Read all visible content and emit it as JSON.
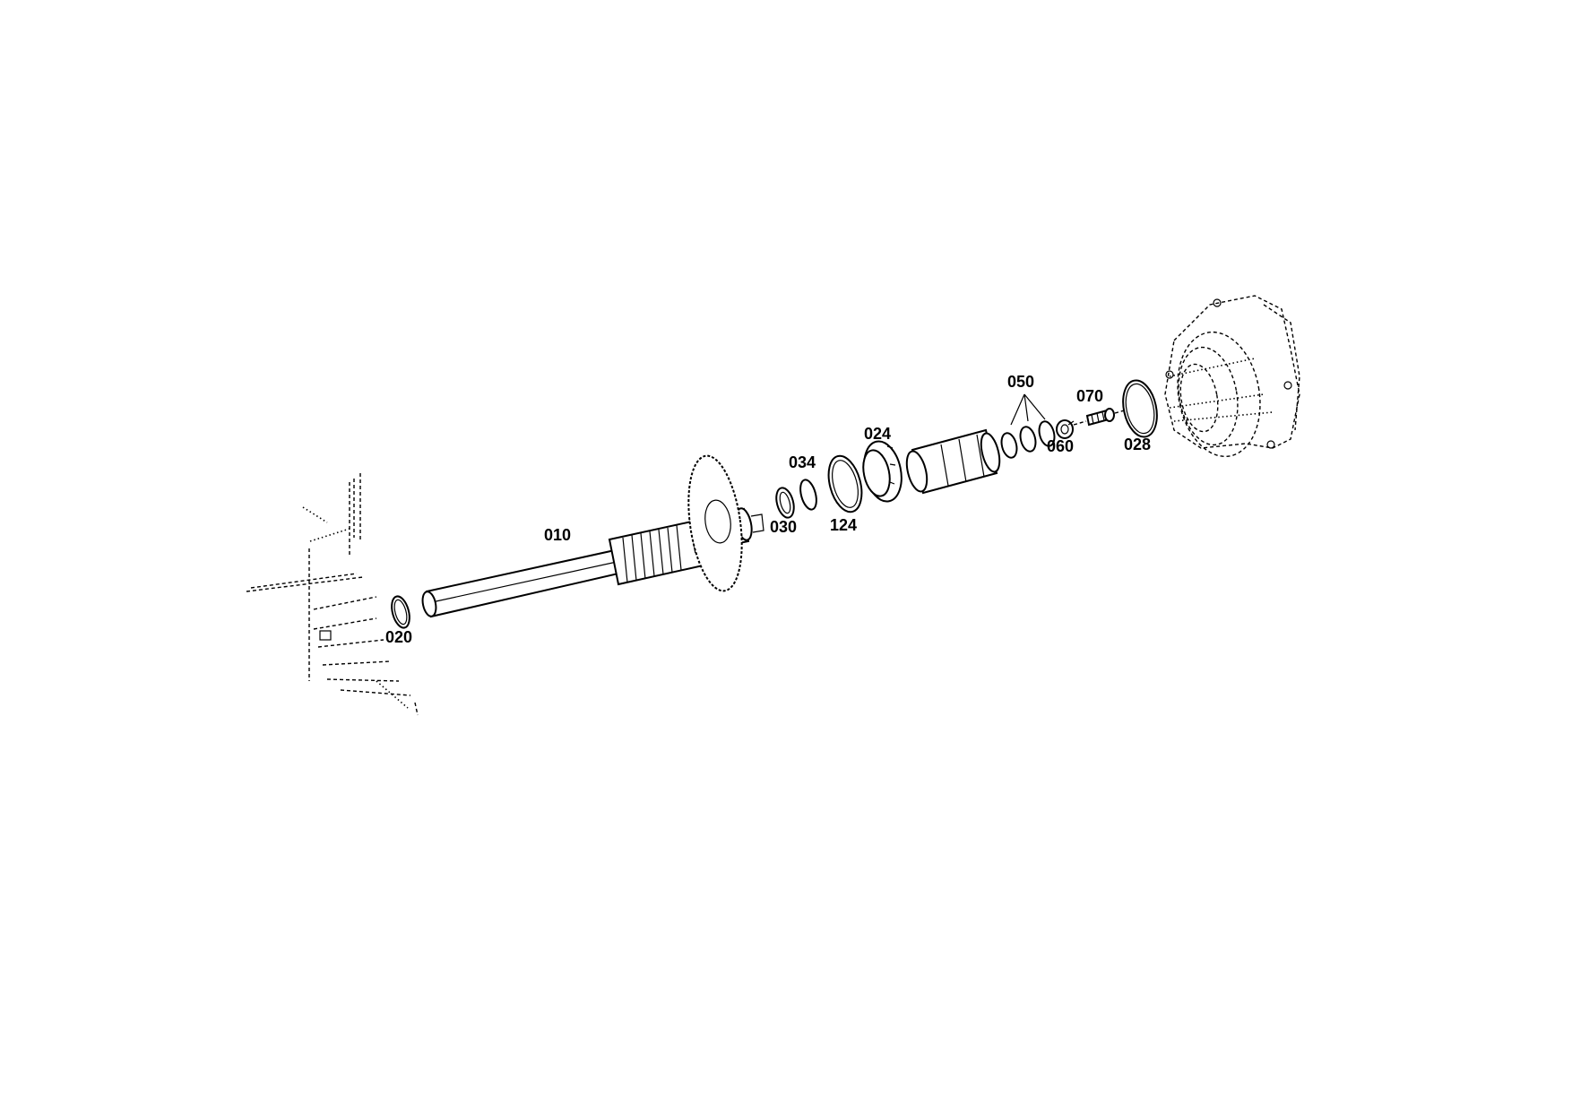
{
  "callouts": {
    "c010": "010",
    "c020": "020",
    "c024": "024",
    "c028": "028",
    "c030": "030",
    "c034": "034",
    "c050": "050",
    "c060": "060",
    "c070": "070",
    "c124": "124"
  }
}
